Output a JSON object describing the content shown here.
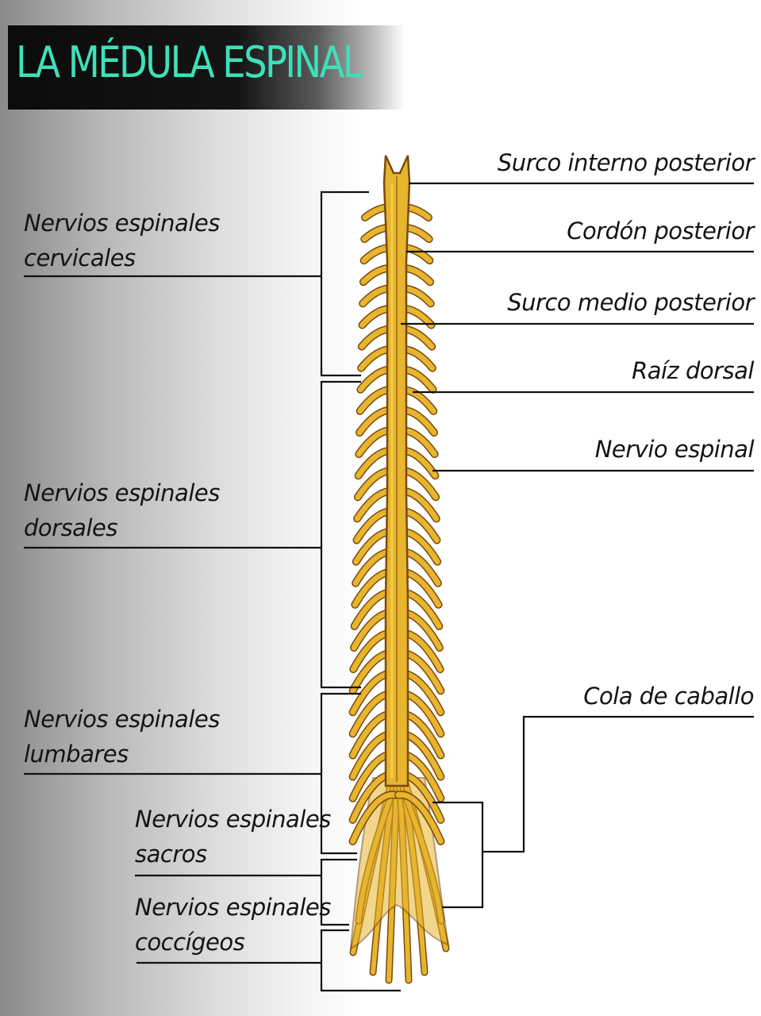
{
  "title": "LA MÉDULA ESPINAL",
  "colors": {
    "title_text": "#3ee0b9",
    "nerve_fill": "#e7b52e",
    "nerve_core": "#f6cd43",
    "nerve_edge": "#7a4a10",
    "leader_line": "#111111"
  },
  "labels_left": {
    "cervical_line1": "Nervios espinales",
    "cervical_line2": "cervicales",
    "dorsal_line1": "Nervios espinales",
    "dorsal_line2": "dorsales",
    "lumbar_line1": "Nervios espinales",
    "lumbar_line2": "lumbares",
    "sacral_line1": "Nervios espinales",
    "sacral_line2": "sacros",
    "coccygeal_line1": "Nervios espinales",
    "coccygeal_line2": "coccígeos"
  },
  "labels_right": {
    "surco_interno": "Surco interno posterior",
    "cordon": "Cordón posterior",
    "surco_medio": "Surco medio posterior",
    "raiz_dorsal": "Raíz dorsal",
    "nervio_espinal": "Nervio espinal",
    "cola_caballo": "Cola de caballo"
  }
}
